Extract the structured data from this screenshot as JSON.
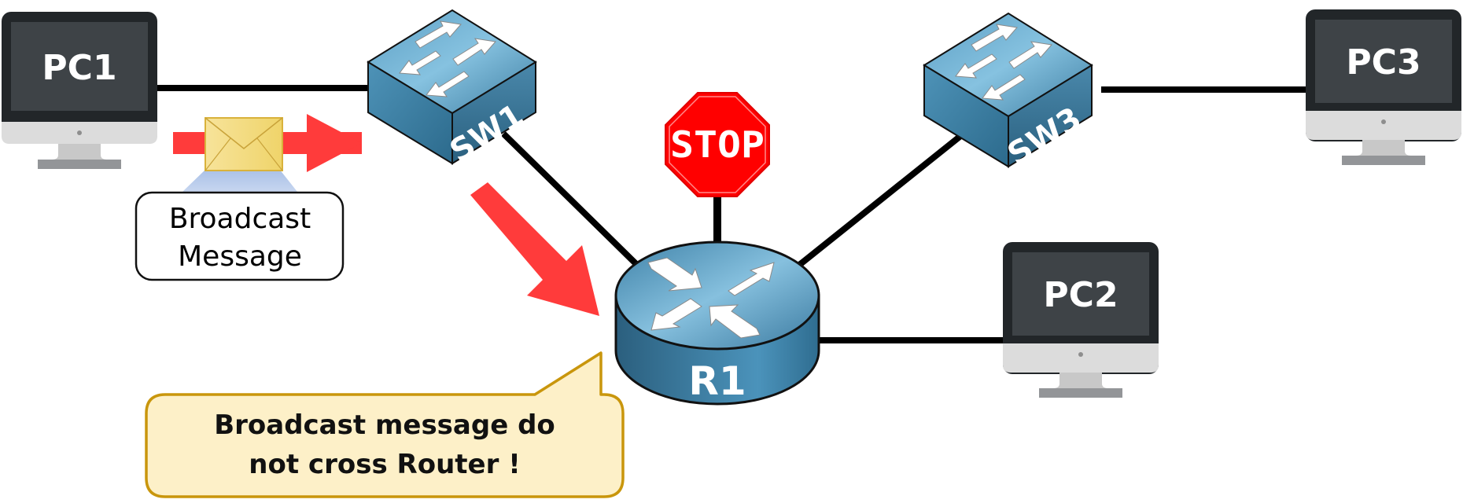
{
  "diagram": {
    "devices": {
      "pc1": {
        "label": "PC1",
        "type": "computer"
      },
      "pc2": {
        "label": "PC2",
        "type": "computer"
      },
      "pc3": {
        "label": "PC3",
        "type": "computer"
      },
      "sw1": {
        "label": "SW1",
        "type": "switch"
      },
      "sw3": {
        "label": "SW3",
        "type": "switch"
      },
      "r1": {
        "label": "R1",
        "type": "router"
      }
    },
    "links": [
      {
        "from": "PC1",
        "to": "SW1"
      },
      {
        "from": "SW1",
        "to": "R1"
      },
      {
        "from": "R1",
        "to": "SW3"
      },
      {
        "from": "SW3",
        "to": "PC3"
      },
      {
        "from": "R1",
        "to": "PC2"
      }
    ],
    "stop_sign": {
      "text": "STOP",
      "attached_to": "R1"
    },
    "broadcast_label": {
      "line1": "Broadcast",
      "line2": "Message",
      "icon": "envelope-icon"
    },
    "callout": {
      "line1": "Broadcast message do",
      "line2": "not cross Router !"
    },
    "colors": {
      "arrow_red": "#ff3b3b",
      "stop_red": "#ff0000",
      "device_blue": "#4a8fb3",
      "callout_fill": "#fdf0c8",
      "callout_border": "#c9960c",
      "envelope": "#f2d675",
      "monitor_dark": "#222629",
      "screen": "#3e4347"
    }
  }
}
